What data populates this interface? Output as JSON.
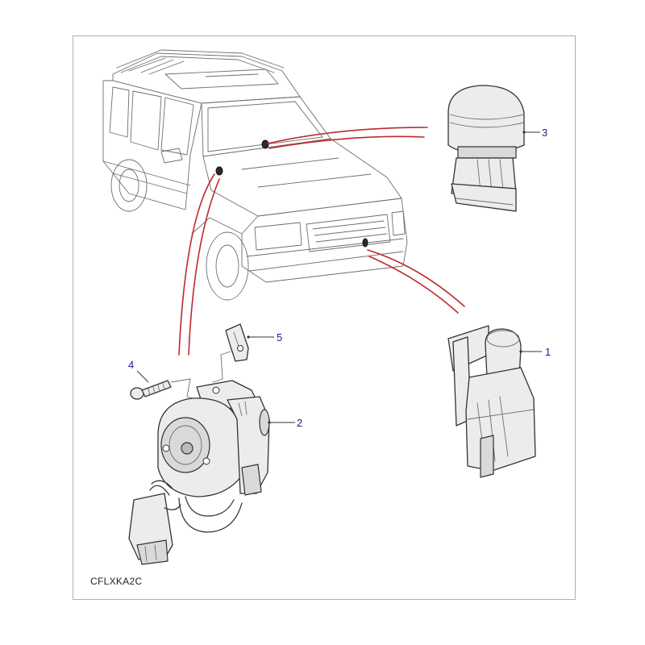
{
  "callouts": [
    {
      "id": "1",
      "label": "1"
    },
    {
      "id": "2",
      "label": "2"
    },
    {
      "id": "3",
      "label": "3"
    },
    {
      "id": "4",
      "label": "4"
    },
    {
      "id": "5",
      "label": "5"
    }
  ],
  "reference_code": "CFLXKA2C",
  "colors": {
    "harness": "#c0282d",
    "callout_text": "#1a1a8c",
    "frame": "#b0b0b0"
  }
}
